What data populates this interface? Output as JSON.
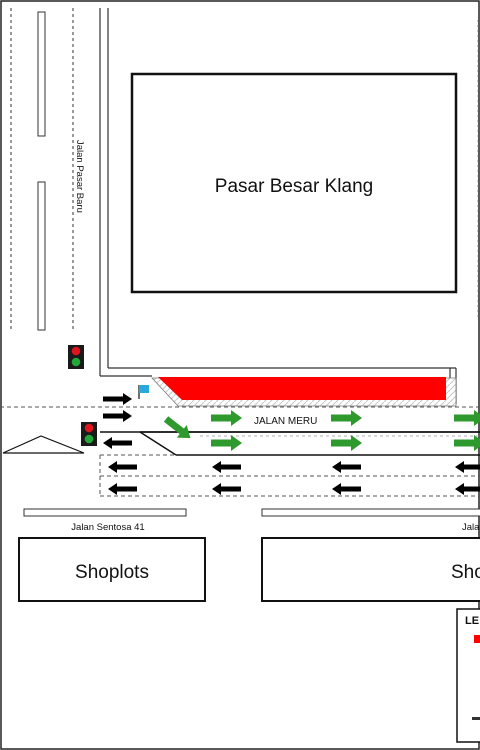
{
  "labels": {
    "building": "Pasar Besar Klang",
    "road_vertical": "Jalan Pasar Baru",
    "road_main": "JALAN MERU",
    "road_bottom": "Jalan Sentosa 41",
    "road_bottom_cut": "Jala",
    "shoplots_left": "Shoplots",
    "shoplots_right_cut": "Sho",
    "legend_title_cut": "LE"
  },
  "colors": {
    "highlight": "#ff0000",
    "arrow_forward": "#2e9a2e",
    "arrow_traffic": "#000000",
    "flag": "#29a8e0",
    "signal_red": "#e0141e",
    "signal_green": "#22a83a"
  },
  "icons": {
    "traffic_light": "traffic-light-icon",
    "flag": "flag-icon",
    "green_arrow": "arrow-right-icon",
    "black_arrow_right": "arrow-right-icon",
    "black_arrow_left": "arrow-left-icon"
  }
}
